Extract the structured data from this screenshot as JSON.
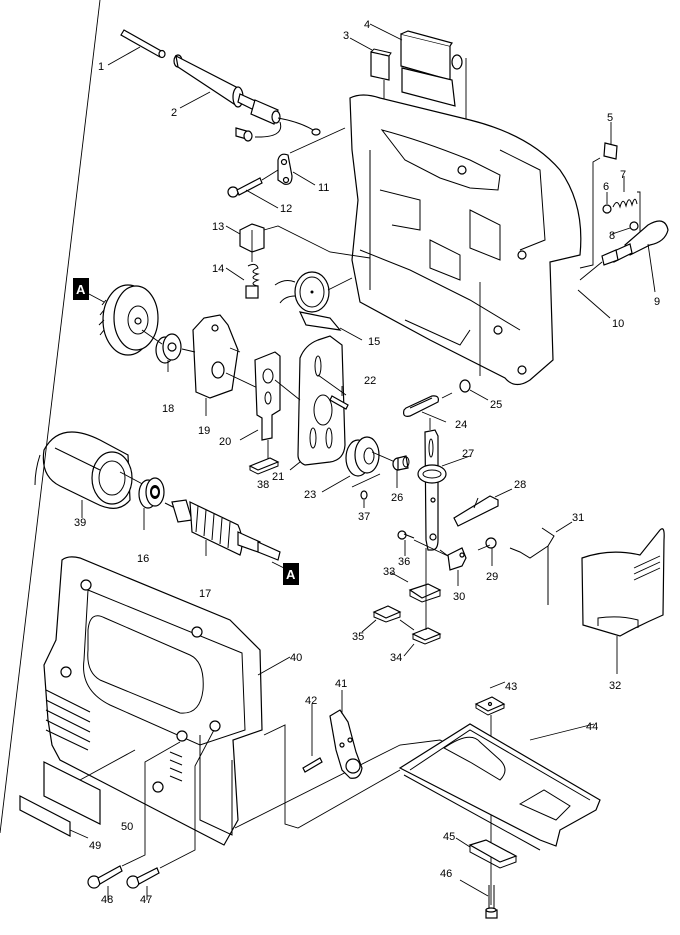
{
  "diagram": {
    "title": "Jigsaw exploded parts diagram",
    "reference_marker": "A",
    "labels": [
      {
        "id": "1",
        "text": "1"
      },
      {
        "id": "2",
        "text": "2"
      },
      {
        "id": "3",
        "text": "3"
      },
      {
        "id": "4",
        "text": "4"
      },
      {
        "id": "5",
        "text": "5"
      },
      {
        "id": "6",
        "text": "6"
      },
      {
        "id": "7",
        "text": "7"
      },
      {
        "id": "8",
        "text": "8"
      },
      {
        "id": "9",
        "text": "9"
      },
      {
        "id": "10",
        "text": "10"
      },
      {
        "id": "11",
        "text": "11"
      },
      {
        "id": "12",
        "text": "12"
      },
      {
        "id": "13",
        "text": "13"
      },
      {
        "id": "14",
        "text": "14"
      },
      {
        "id": "15",
        "text": "15"
      },
      {
        "id": "16",
        "text": "16"
      },
      {
        "id": "17",
        "text": "17"
      },
      {
        "id": "18",
        "text": "18"
      },
      {
        "id": "19",
        "text": "19"
      },
      {
        "id": "20",
        "text": "20"
      },
      {
        "id": "21",
        "text": "21"
      },
      {
        "id": "22",
        "text": "22"
      },
      {
        "id": "23",
        "text": "23"
      },
      {
        "id": "24",
        "text": "24"
      },
      {
        "id": "25",
        "text": "25"
      },
      {
        "id": "26",
        "text": "26"
      },
      {
        "id": "27",
        "text": "27"
      },
      {
        "id": "28",
        "text": "28"
      },
      {
        "id": "29",
        "text": "29"
      },
      {
        "id": "30",
        "text": "30"
      },
      {
        "id": "31",
        "text": "31"
      },
      {
        "id": "32",
        "text": "32"
      },
      {
        "id": "33",
        "text": "33"
      },
      {
        "id": "34",
        "text": "34"
      },
      {
        "id": "35",
        "text": "35"
      },
      {
        "id": "36",
        "text": "36"
      },
      {
        "id": "37",
        "text": "37"
      },
      {
        "id": "38",
        "text": "38"
      },
      {
        "id": "39",
        "text": "39"
      },
      {
        "id": "40",
        "text": "40"
      },
      {
        "id": "41",
        "text": "41"
      },
      {
        "id": "42",
        "text": "42"
      },
      {
        "id": "43",
        "text": "43"
      },
      {
        "id": "44",
        "text": "44"
      },
      {
        "id": "45",
        "text": "45"
      },
      {
        "id": "46",
        "text": "46"
      },
      {
        "id": "47",
        "text": "47"
      },
      {
        "id": "48",
        "text": "48"
      },
      {
        "id": "49",
        "text": "49"
      },
      {
        "id": "50",
        "text": "50"
      }
    ]
  }
}
